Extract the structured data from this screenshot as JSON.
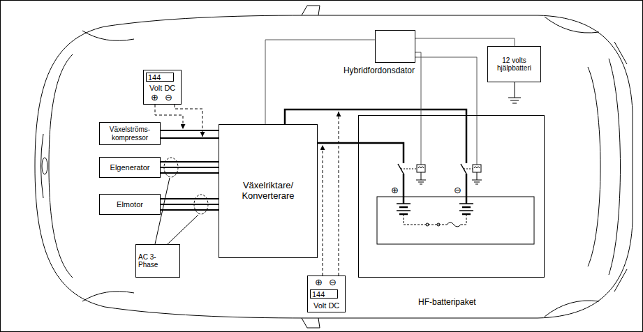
{
  "diagram": {
    "nodes": [
      {
        "text": [
          "Hybridfordonsdator"
        ]
      },
      {
        "text": [
          "12 volts hjälpbatteri"
        ]
      },
      {
        "text": [
          "144",
          "Volt DC",
          "⊕",
          "⊖"
        ]
      },
      {
        "text": [
          "Växelströms- kompressor"
        ]
      },
      {
        "text": [
          "Växelriktare/ Konverterare"
        ]
      },
      {
        "text": [
          "HF-batteripaket"
        ]
      },
      {
        "text": [
          "Elgenerator"
        ]
      },
      {
        "text": [
          "Elmotor"
        ]
      },
      {
        "text": [
          "⊕",
          "⊖",
          "144",
          "Volt DC"
        ]
      },
      {
        "text": [
          "AC 3-Phase"
        ]
      }
    ],
    "edges": [
      {
        "from": 3,
        "to": 4,
        "arrow": "none"
      },
      {
        "from": 6,
        "to": 4,
        "arrow": "none"
      },
      {
        "from": 7,
        "to": 4,
        "arrow": "none"
      },
      {
        "from": 4,
        "to": 5,
        "arrow": "none"
      },
      {
        "from": 4,
        "to": 5,
        "arrow": "none"
      },
      {
        "from": 0,
        "to": 4,
        "arrow": "none"
      },
      {
        "from": 0,
        "to": 1,
        "arrow": "none"
      },
      {
        "from": 0,
        "to": 5,
        "arrow": "none"
      },
      {
        "from": 0,
        "to": 5,
        "arrow": "none"
      }
    ],
    "labels": [
      "⊕",
      "⊖"
    ]
  }
}
